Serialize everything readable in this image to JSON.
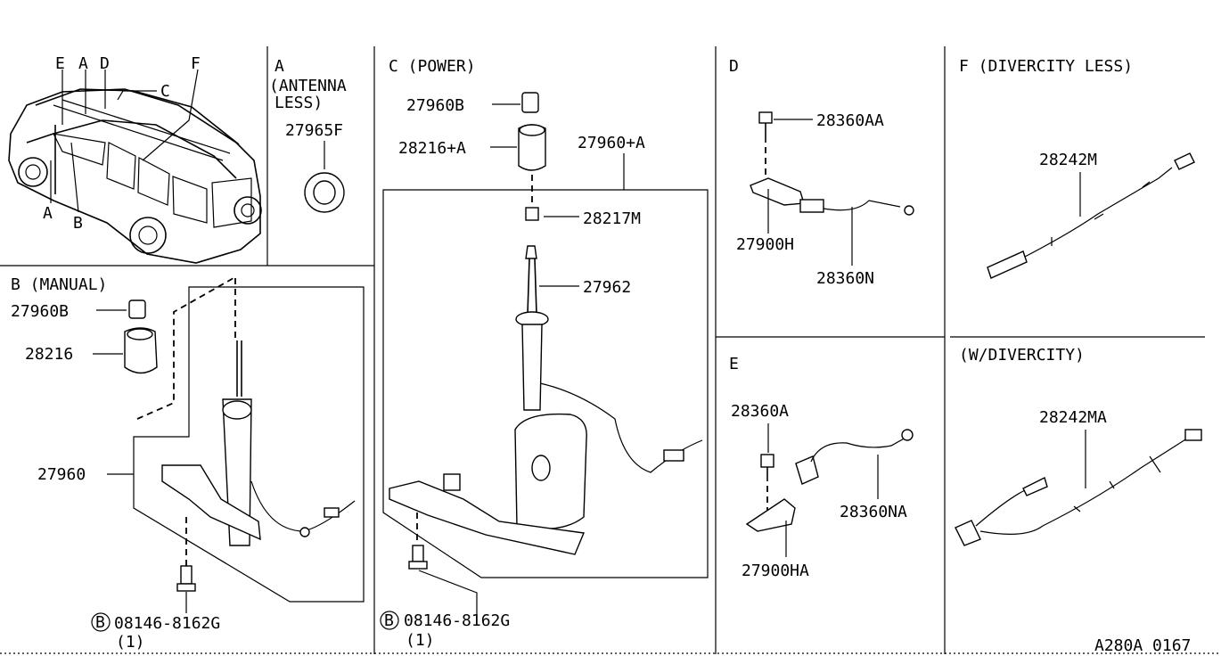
{
  "overview": {
    "callouts": [
      "E",
      "A",
      "D",
      "C",
      "F",
      "A",
      "B"
    ]
  },
  "sections": {
    "A": {
      "header": "A",
      "header2": "(ANTENNA",
      "header3": "LESS)",
      "parts": [
        "27965F"
      ]
    },
    "B": {
      "header": "B (MANUAL)",
      "parts": [
        "27960B",
        "28216",
        "27960"
      ],
      "bolt": "08146-8162G",
      "bolt_mark": "B",
      "qty": "(1)"
    },
    "C": {
      "header": "C (POWER)",
      "parts": [
        "27960B",
        "28216+A",
        "27960+A",
        "28217M",
        "27962"
      ],
      "bolt": "08146-8162G",
      "bolt_mark": "B",
      "qty": "(1)"
    },
    "D": {
      "header": "D",
      "parts": [
        "28360AA",
        "27900H",
        "28360N"
      ]
    },
    "E": {
      "header": "E",
      "parts": [
        "28360A",
        "28360NA",
        "27900HA"
      ]
    },
    "F": {
      "header": "F (DIVERCITY LESS)",
      "parts": [
        "28242M"
      ]
    },
    "W": {
      "header": "(W/DIVERCITY)",
      "parts": [
        "28242MA"
      ]
    }
  },
  "diagram_code": "A280A 0167"
}
